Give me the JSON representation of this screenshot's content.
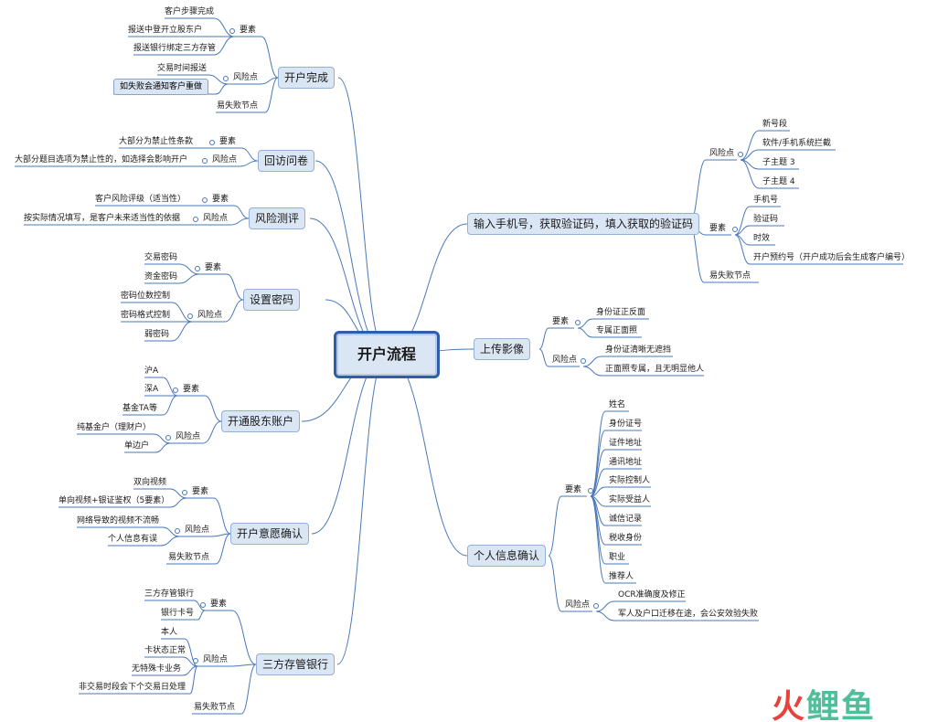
{
  "root": "开户流程",
  "left_branches": [
    {
      "title": "开户完成",
      "groups": [
        {
          "label": "要素",
          "items": [
            "客户步骤完成",
            "报送中登开立股东户",
            "报送银行绑定三方存管"
          ]
        },
        {
          "label": "风险点",
          "items": [
            "交易时间报送",
            "如失败会通知客户重做"
          ]
        },
        {
          "label": "易失败节点",
          "items": []
        }
      ]
    },
    {
      "title": "回访问卷",
      "groups": [
        {
          "label": "要素",
          "items": [
            "大部分为禁止性条款"
          ]
        },
        {
          "label": "风险点",
          "items": [
            "大部分题目选项为禁止性的，如选择会影响开户"
          ]
        }
      ]
    },
    {
      "title": "风险测评",
      "groups": [
        {
          "label": "要素",
          "items": [
            "客户风险评级（适当性）"
          ]
        },
        {
          "label": "风险点",
          "items": [
            "按实际情况填写，是客户未来适当性的依据"
          ]
        }
      ]
    },
    {
      "title": "设置密码",
      "groups": [
        {
          "label": "要素",
          "items": [
            "交易密码",
            "资金密码"
          ]
        },
        {
          "label": "风险点",
          "items": [
            "密码位数控制",
            "密码格式控制",
            "弱密码"
          ]
        }
      ]
    },
    {
      "title": "开通股东账户",
      "groups": [
        {
          "label": "要素",
          "items": [
            "沪A",
            "深A",
            "基金TA等"
          ]
        },
        {
          "label": "风险点",
          "items": [
            "纯基金户（理财户）",
            "单边户"
          ]
        }
      ]
    },
    {
      "title": "开户意愿确认",
      "groups": [
        {
          "label": "要素",
          "items": [
            "双向视频",
            "单向视频+银证鉴权（5要素）"
          ]
        },
        {
          "label": "风险点",
          "items": [
            "网络导致的视频不流畅",
            "个人信息有误"
          ]
        },
        {
          "label": "易失败节点",
          "items": []
        }
      ]
    },
    {
      "title": "三方存管银行",
      "groups": [
        {
          "label": "要素",
          "items": [
            "三方存管银行",
            "银行卡号"
          ]
        },
        {
          "label": "风险点",
          "items": [
            "本人",
            "卡状态正常",
            "无特殊卡业务",
            "非交易时段会下个交易日处理"
          ]
        },
        {
          "label": "易失败节点",
          "items": []
        }
      ]
    }
  ],
  "right_branches": [
    {
      "title": "输入手机号，获取验证码，填入获取的验证码",
      "groups": [
        {
          "label": "风险点",
          "items": [
            "新号段",
            "软件/手机系统拦截",
            "子主题 3",
            "子主题 4"
          ]
        },
        {
          "label": "要素",
          "items": [
            "手机号",
            "验证码",
            "时效",
            "开户预约号（开户成功后会生成客户编号）"
          ]
        },
        {
          "label": "易失败节点",
          "items": []
        }
      ]
    },
    {
      "title": "上传影像",
      "groups": [
        {
          "label": "要素",
          "items": [
            "身份证正反面",
            "专属正面照"
          ]
        },
        {
          "label": "风险点",
          "items": [
            "身份证清晰无遮挡",
            "正面照专属，且无明显他人"
          ]
        }
      ]
    },
    {
      "title": "个人信息确认",
      "groups": [
        {
          "label": "要素",
          "items": [
            "姓名",
            "身份证号",
            "证件地址",
            "通讯地址",
            "实际控制人",
            "实际受益人",
            "诚信记录",
            "税收身份",
            "职业",
            "推荐人"
          ]
        },
        {
          "label": "风险点",
          "items": [
            "OCR准确度及修正",
            "军人及户口迁移在途，会公安效验失败"
          ]
        }
      ]
    }
  ],
  "watermark": {
    "part1": "火",
    "part2": "鲤鱼"
  },
  "colors": {
    "line": "#4a78b8",
    "node_fill": "#dbe6f4",
    "node_border": "#93b0d6",
    "root_border": "#2f5fa8"
  }
}
